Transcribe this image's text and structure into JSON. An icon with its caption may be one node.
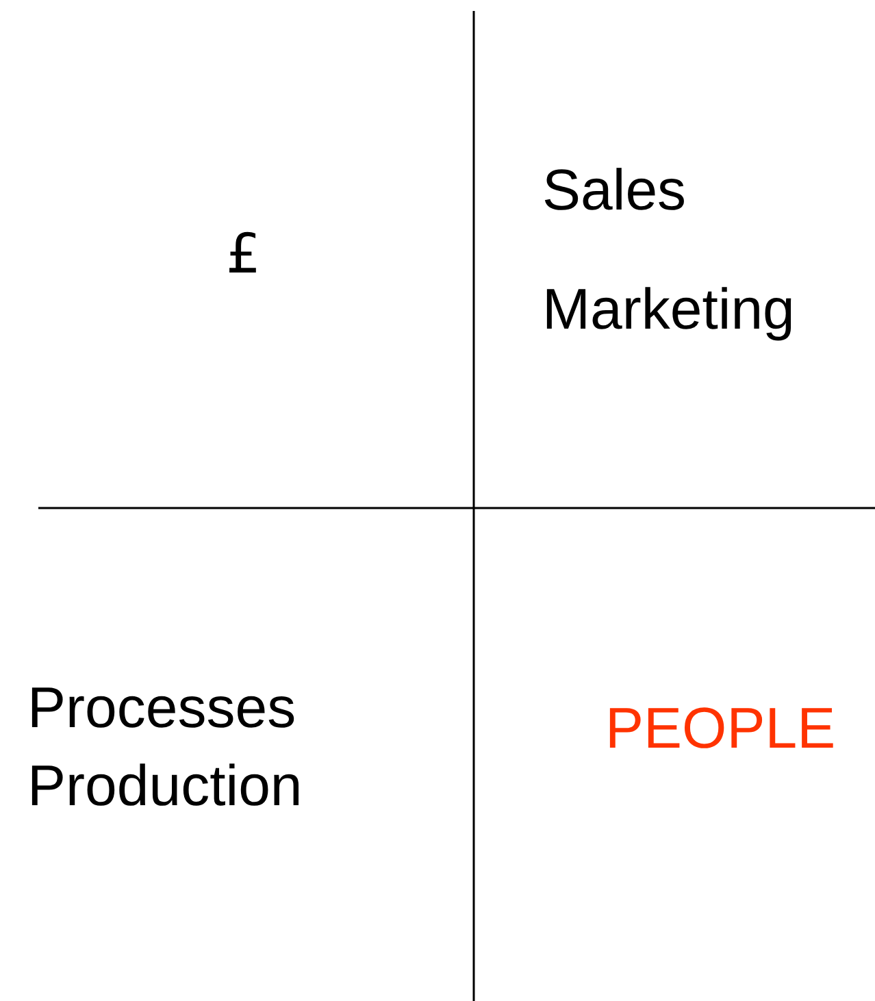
{
  "diagram": {
    "labels": [
      "£",
      "Sales",
      "Marketing",
      "Processes",
      "Production",
      "PEOPLE"
    ]
  }
}
